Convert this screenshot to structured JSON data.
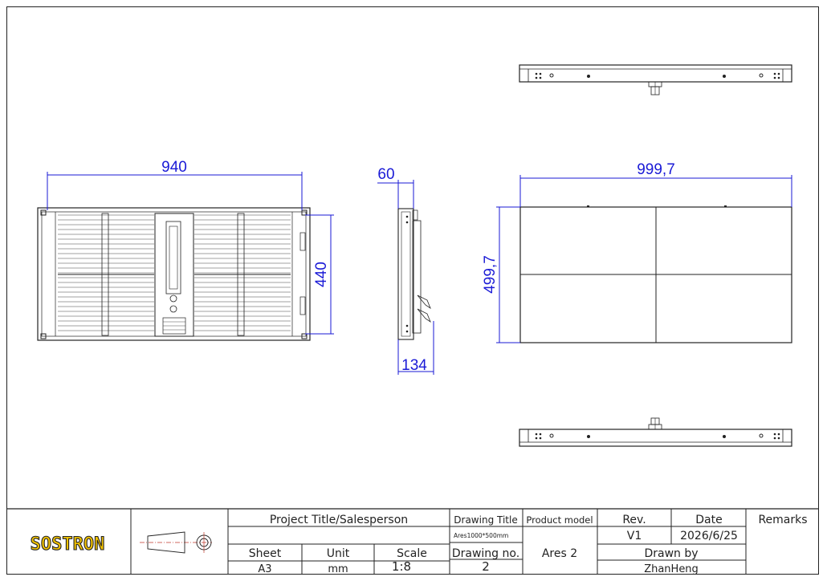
{
  "dimensions": {
    "front_width": "940",
    "front_height": "440",
    "side_depth_top": "60",
    "side_depth_bottom": "134",
    "panel_width": "999,7",
    "panel_height": "499,7"
  },
  "title_block": {
    "logo": "SOSTRON",
    "project_title_label": "Project Title/Salesperson",
    "drawing_title_label": "Drawing Title",
    "drawing_title_value": "Ares1000*500mm",
    "product_model_label": "Product model",
    "product_model_value": "Ares 2",
    "rev_label": "Rev.",
    "rev_value": "V1",
    "date_label": "Date",
    "date_value": "2026/6/25",
    "remarks_label": "Remarks",
    "sheet_label": "Sheet",
    "sheet_value": "A3",
    "unit_label": "Unit",
    "unit_value": "mm",
    "scale_label": "Scale",
    "scale_value": "1:8",
    "drawing_no_label": "Drawing no.",
    "drawing_no_value": "2",
    "drawn_by_label": "Drawn by",
    "drawn_by_value": "ZhanHeng"
  },
  "colors": {
    "dimension": "#1a1ad6",
    "logo_fill": "#f2c200",
    "logo_outline": "#222222"
  }
}
